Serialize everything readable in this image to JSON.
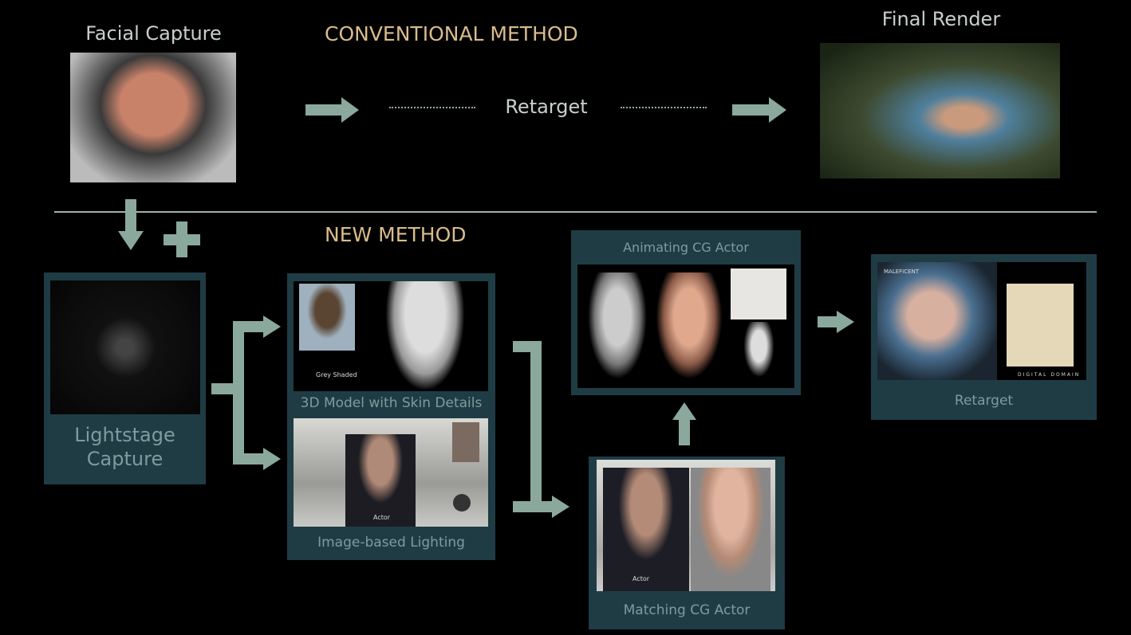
{
  "conventional": {
    "heading": "CONVENTIONAL METHOD",
    "facial_capture": "Facial Capture",
    "retarget": "Retarget",
    "final_render": "Final Render"
  },
  "new_method": {
    "heading": "NEW METHOD",
    "lightstage": [
      "Lightstage",
      "Capture"
    ],
    "model": "3D Model with Skin Details",
    "model_inset_label": "Grey Shaded",
    "ibl": "Image-based Lighting",
    "ibl_actor_label": "Actor",
    "animating": "Animating CG Actor",
    "matching": "Matching CG Actor",
    "matching_actor_label": "Actor",
    "retarget": "Retarget",
    "logo_film": "MALEFICENT",
    "logo_studio": "DIGITAL DOMAIN"
  },
  "colors": {
    "panel": "#1f3c45",
    "arrow": "#8ba89d",
    "heading": "#d9bc8c"
  }
}
